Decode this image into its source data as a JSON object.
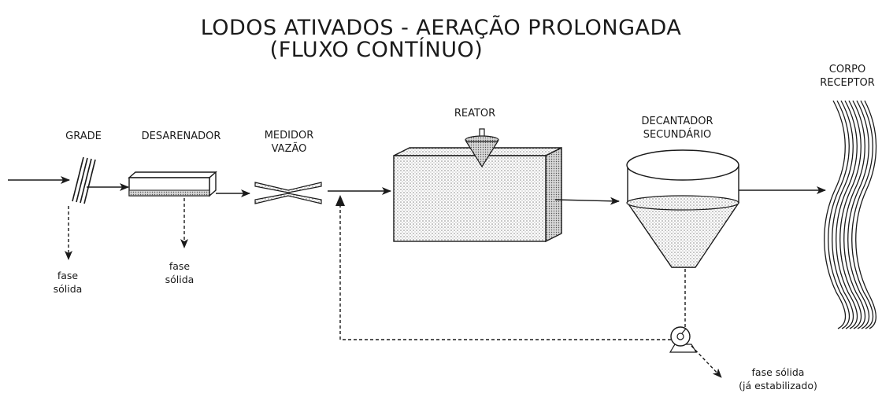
{
  "title": {
    "line1": "LODOS ATIVADOS - AERAÇÃO PROLONGADA",
    "line2": "(FLUXO CONTÍNUO)"
  },
  "units": {
    "grade": "GRADE",
    "desarenador": "DESARENADOR",
    "medidor_line1": "MEDIDOR",
    "medidor_line2": "VAZÃO",
    "reator": "REATOR",
    "decantador_line1": "DECANTADOR",
    "decantador_line2": "SECUNDÁRIO",
    "corpo_line1": "CORPO",
    "corpo_line2": "RECEPTOR"
  },
  "outputs": {
    "grade_line1": "fase",
    "grade_line2": "sólida",
    "desarenador_line1": "fase",
    "desarenador_line2": "sólida",
    "sludge_line1": "fase sólida",
    "sludge_line2": "(já estabilizado)"
  },
  "colors": {
    "ink": "#1a1a1a",
    "stipple": "#9a9a9a",
    "background": "#ffffff"
  }
}
